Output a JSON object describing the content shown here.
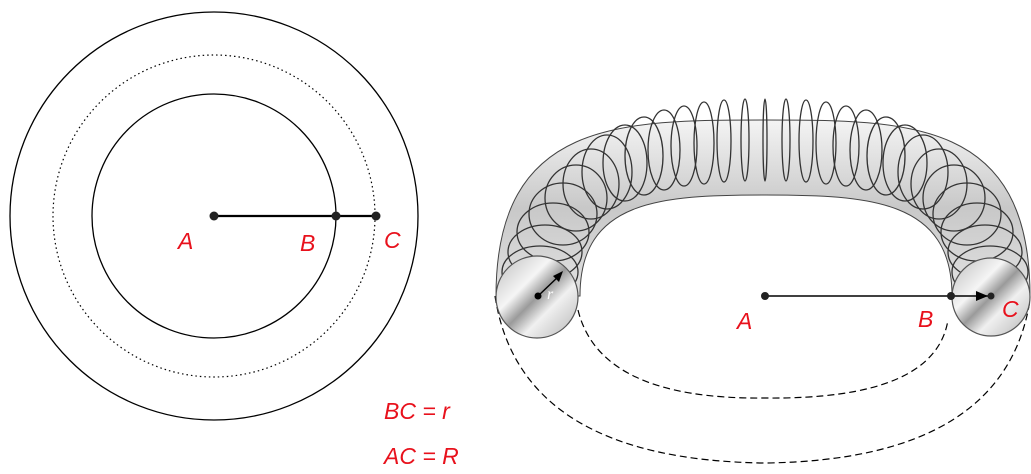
{
  "colors": {
    "label": "#e8111c",
    "stroke": "#000000",
    "tube": "#d4d4d4"
  },
  "left_figure": {
    "labels": {
      "a": "A",
      "b": "B",
      "c": "C"
    }
  },
  "right_figure": {
    "labels": {
      "a": "A",
      "b": "B",
      "c": "C",
      "r": "r"
    }
  },
  "equations": {
    "bc": "BC = r",
    "ac": "AC = R"
  }
}
